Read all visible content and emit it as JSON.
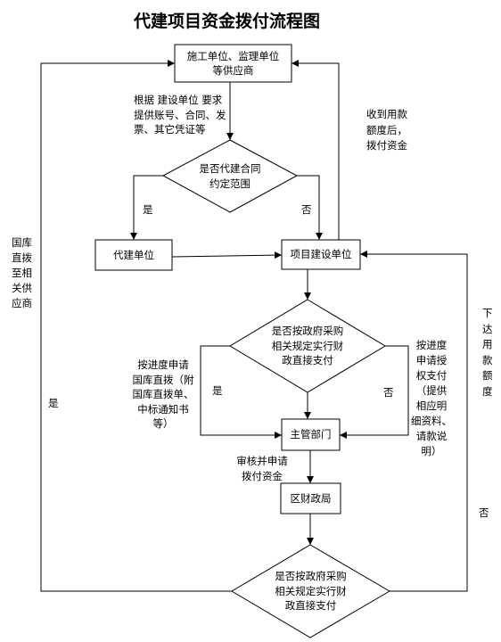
{
  "title": "代建项目资金拨付流程图",
  "nodes": {
    "suppliers": {
      "lines": [
        "施工单位、监理单位",
        "等供应商"
      ]
    },
    "decision_contract": {
      "lines": [
        "是否代建合同",
        "约定范围"
      ]
    },
    "agent_builder": {
      "lines": [
        "代建单位"
      ]
    },
    "project_owner": {
      "lines": [
        "项目建设单位"
      ]
    },
    "decision_direct_pay_1": {
      "lines": [
        "是否按政府采购",
        "相关规定实行财",
        "政直接支付"
      ]
    },
    "authority": {
      "lines": [
        "主管部门"
      ]
    },
    "finance_bureau": {
      "lines": [
        "区财政局"
      ]
    },
    "decision_direct_pay_2": {
      "lines": [
        "是否按政府采购",
        "相关规定实行财",
        "政直接支付"
      ]
    }
  },
  "edge_labels": {
    "provide_documents": [
      "根据 建设单位 要求",
      "提供账号、合同、发",
      "票、其它凭证等"
    ],
    "pay_after_quota": [
      "收到用款",
      "额度后，",
      "拨付资金"
    ],
    "contract_yes": "是",
    "contract_no": "否",
    "treasury_direct": [
      "国库",
      "直拨",
      "至相",
      "关供",
      "应商"
    ],
    "final_yes": "是",
    "apply_treasury": [
      "按进度申请",
      "国库直拨（附",
      "国库直拨单、",
      "中标通知书",
      "等）"
    ],
    "direct_yes": "是",
    "apply_authorized": [
      "按进度",
      "申请授",
      "权支付",
      "（提供",
      "相应明",
      "细资料、",
      "请款说",
      "明）"
    ],
    "direct_no": "否",
    "review_apply": [
      "审核并申请",
      "拨付资金"
    ],
    "issue_quota": [
      "下",
      "达",
      "用",
      "款",
      "额",
      "度"
    ],
    "final_no": "否"
  }
}
